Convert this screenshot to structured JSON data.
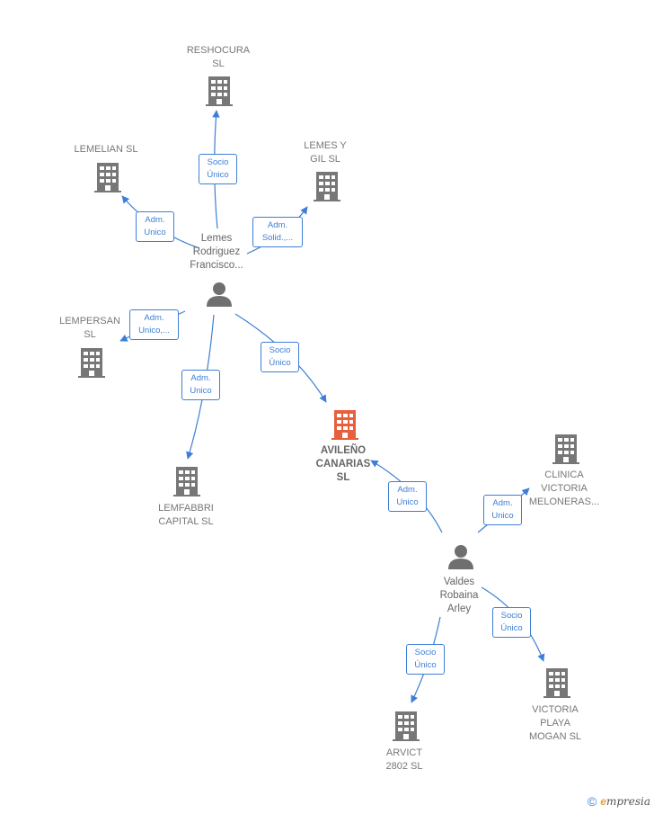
{
  "colors": {
    "edge": "#3d7fd6",
    "company": "#777777",
    "company_main": "#e85f3b",
    "person": "#6f6f6f"
  },
  "nodes": {
    "reshocura": {
      "label": "RESHOCURA\nSL",
      "icon": "building-icon"
    },
    "lemelian": {
      "label": "LEMELIAN  SL",
      "icon": "building-icon"
    },
    "lemes_gil": {
      "label": "LEMES Y\nGIL  SL",
      "icon": "building-icon"
    },
    "lempersan": {
      "label": "LEMPERSAN\nSL",
      "icon": "building-icon"
    },
    "lemfabbri": {
      "label": "LEMFABBRI\nCAPITAL  SL",
      "icon": "building-icon"
    },
    "avileno": {
      "label": "AVILEÑO\nCANARIAS\nSL",
      "icon": "building-icon"
    },
    "clinica": {
      "label": "CLINICA\nVICTORIA\nMELONERAS...",
      "icon": "building-icon"
    },
    "victoria_playa": {
      "label": "VICTORIA\nPLAYA\nMOGAN  SL",
      "icon": "building-icon"
    },
    "arvict": {
      "label": "ARVICT\n2802  SL",
      "icon": "building-icon"
    },
    "lemes_person": {
      "label": "Lemes\nRodriguez\nFrancisco...",
      "icon": "person-icon"
    },
    "valdes_person": {
      "label": "Valdes\nRobaina\nArley",
      "icon": "person-icon"
    }
  },
  "relations": {
    "r1": "Socio\nÚnico",
    "r2": "Adm.\nUnico",
    "r3": "Adm.\nSolid.,...",
    "r4": "Adm.\nUnico,...",
    "r5": "Adm.\nUnico",
    "r6": "Socio\nÚnico",
    "r7": "Adm.\nUnico",
    "r8": "Adm.\nUnico",
    "r9": "Socio\nÚnico",
    "r10": "Socio\nÚnico"
  },
  "footer": {
    "copyright": "©",
    "brand_e": "e",
    "brand_rest": "mpresia"
  }
}
